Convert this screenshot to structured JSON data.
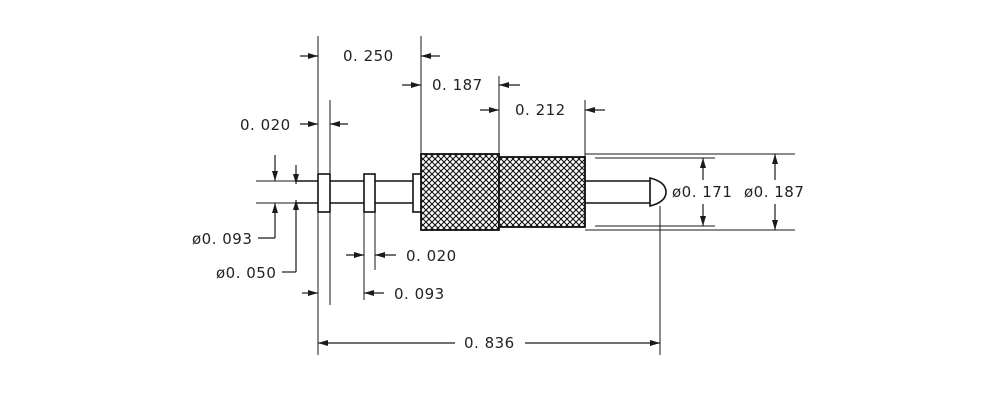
{
  "drawing": {
    "dimensions": {
      "overall_length": "0. 836",
      "first_segment": "0. 250",
      "knurl_front": "0. 187",
      "knurl_rear": "0. 212",
      "flange_thickness": "0. 020",
      "flange_thickness_2": "0. 020",
      "flange_spacing": "0. 093",
      "shank_dia": "ø0. 093",
      "pin_dia": "ø0. 050",
      "tip_dia": "ø0. 171",
      "body_dia": "ø0. 187"
    }
  }
}
